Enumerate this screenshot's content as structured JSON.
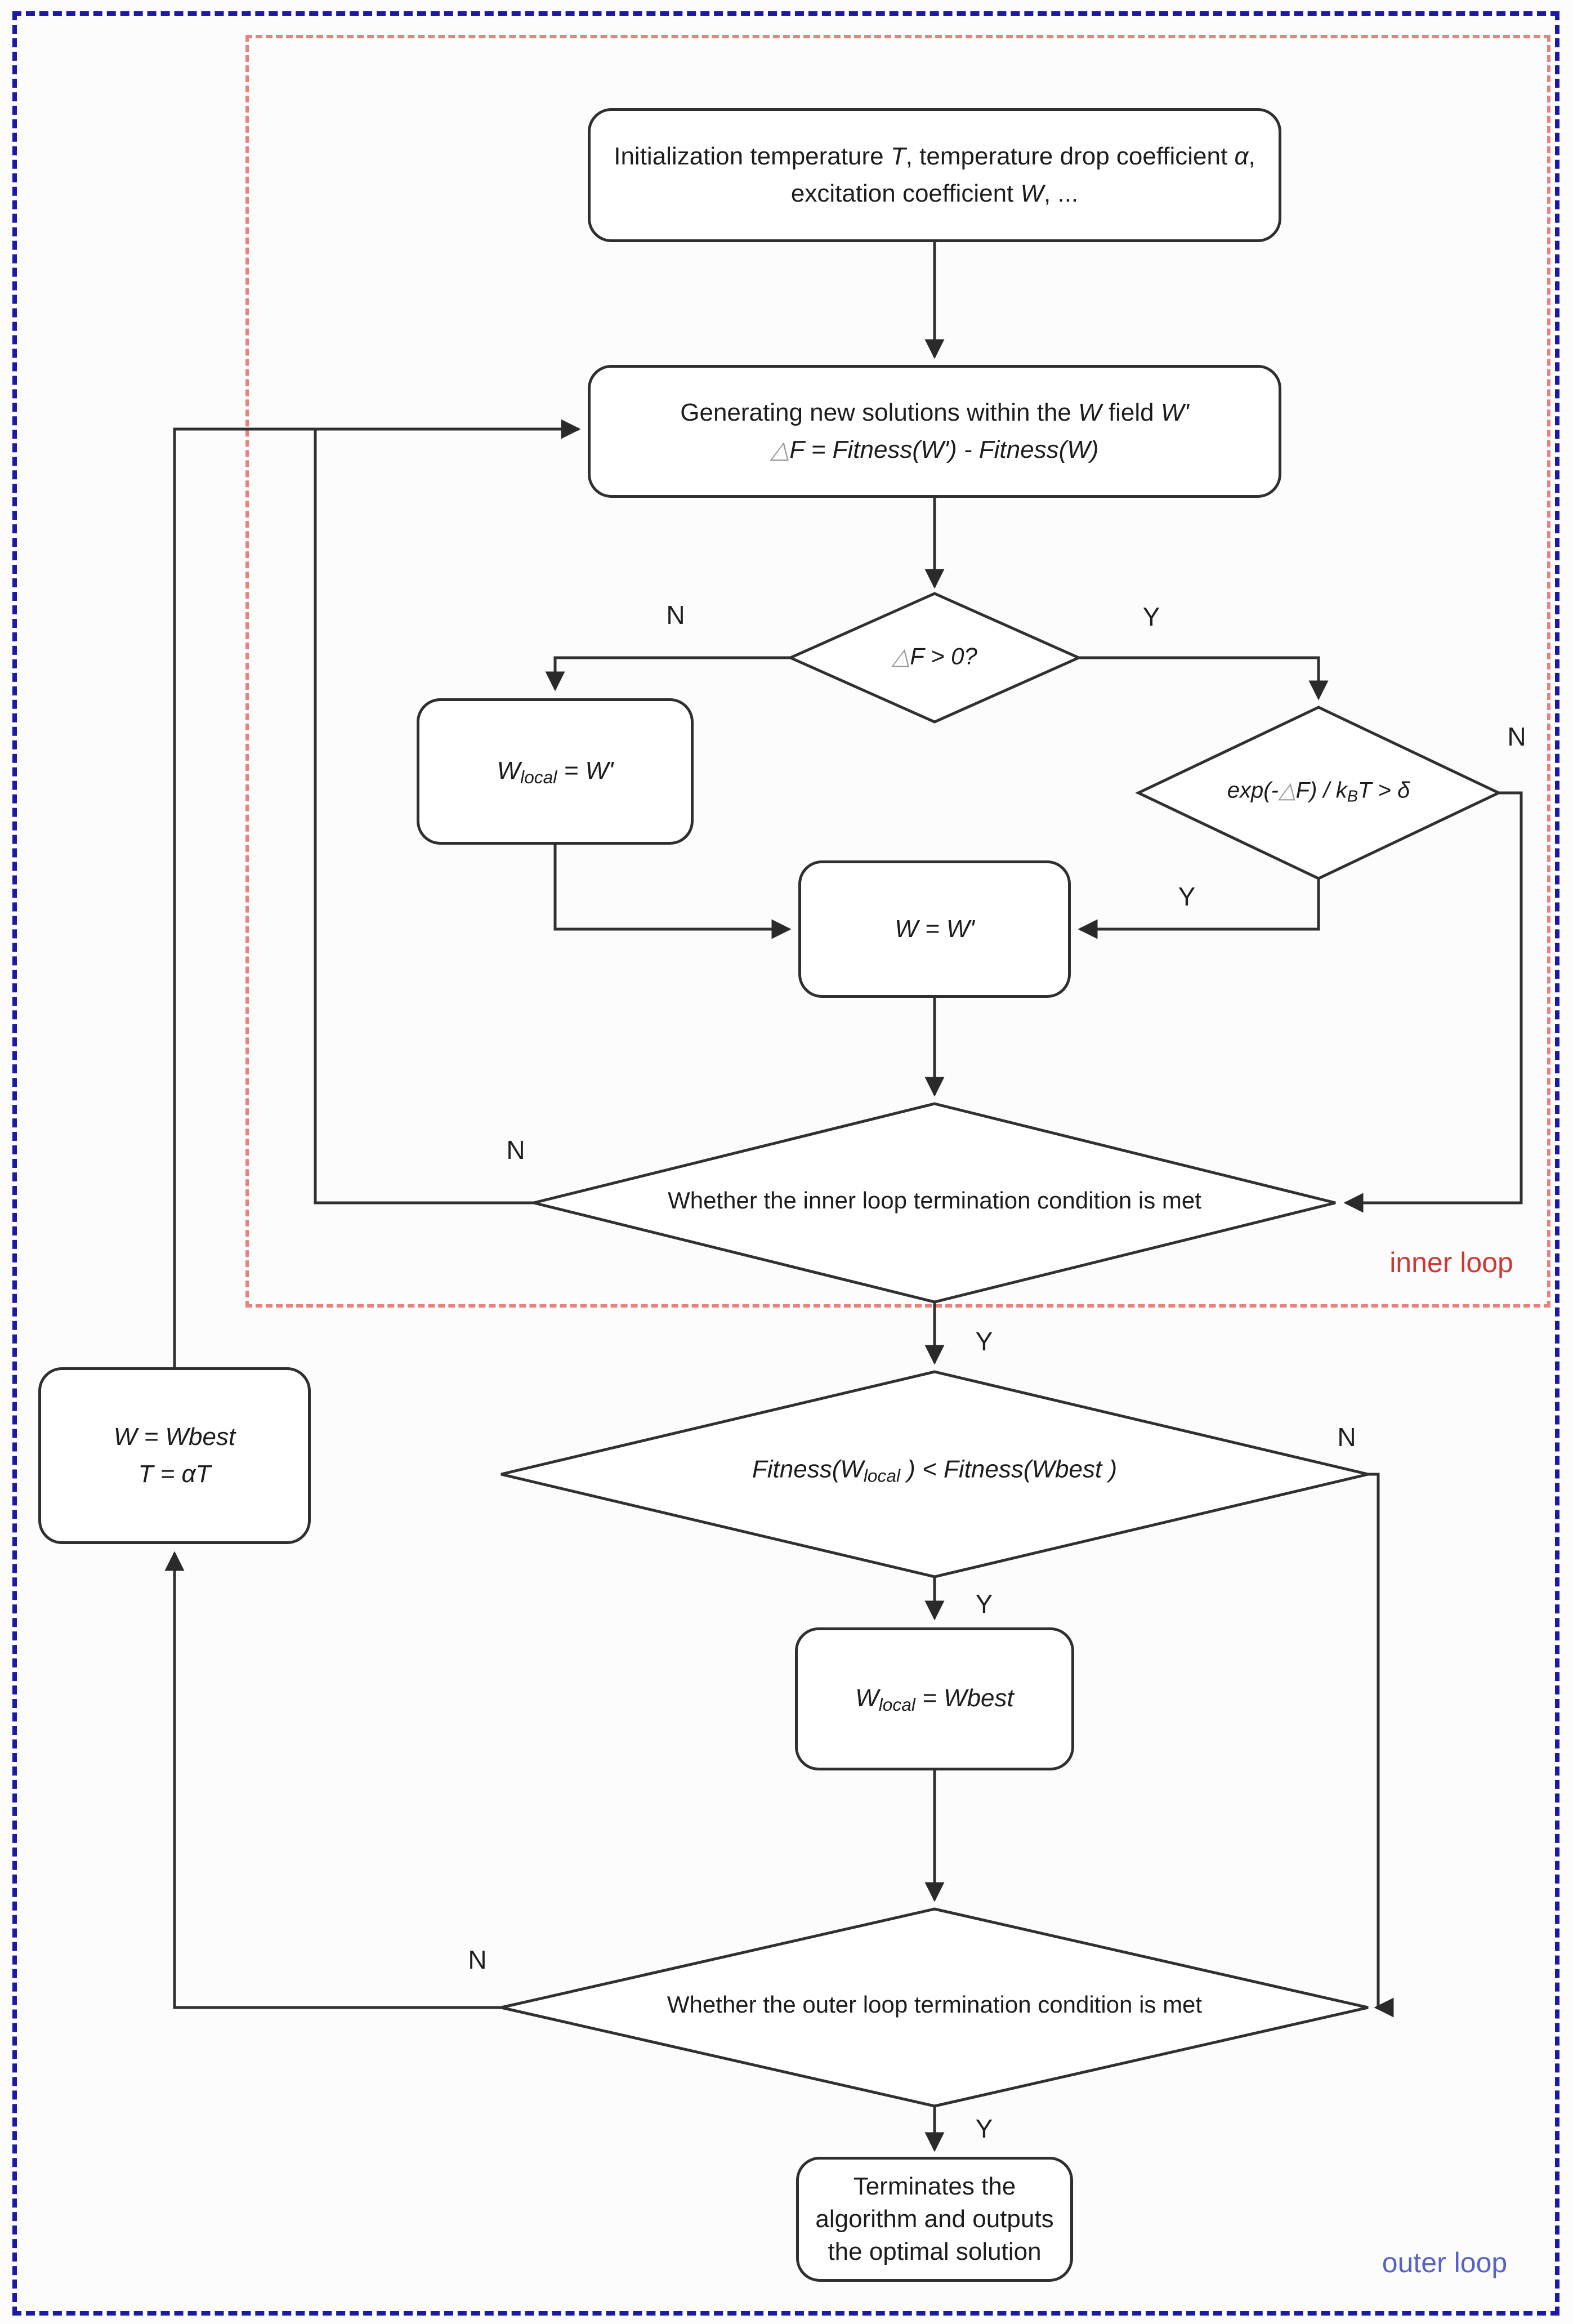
{
  "page": {
    "bg": "#fcfcfc"
  },
  "regions": {
    "inner_loop_label": "inner loop",
    "outer_loop_label": "outer loop",
    "inner_border_color": "#e8827e",
    "outer_border_color": "#1c18a8",
    "inner_label_color": "#cf3732",
    "outer_label_color": "#5661c9"
  },
  "branch_labels": {
    "d_delta_no": "N",
    "d_delta_yes": "Y",
    "d_exp_no": "N",
    "d_exp_yes": "Y",
    "d_inner_no": "N",
    "d_inner_yes": "Y",
    "d_fitness_no": "N",
    "d_fitness_yes": "Y",
    "d_outer_no": "N",
    "d_outer_yes": "Y"
  },
  "nodes": {
    "init": {
      "runs": [
        {
          "t": "Initialization temperature "
        },
        {
          "t": "T",
          "i": 1
        },
        {
          "t": ", temperature drop coefficient "
        },
        {
          "t": "α",
          "i": 1
        },
        {
          "t": ", excitation coefficient "
        },
        {
          "t": "W",
          "i": 1
        },
        {
          "t": ", ..."
        }
      ]
    },
    "generate": {
      "line1": [
        {
          "t": "Generating new solutions within the "
        },
        {
          "t": "W",
          "i": 1
        },
        {
          "t": " field "
        },
        {
          "t": "W'",
          "i": 1
        }
      ],
      "line2": [
        {
          "t": "△",
          "i": 1,
          "c": "dim"
        },
        {
          "t": "F = Fitness(W') - Fitness(W)",
          "i": 1
        }
      ]
    },
    "d_delta": {
      "runs": [
        {
          "t": "△",
          "i": 1,
          "c": "dim"
        },
        {
          "t": "F > 0?",
          "i": 1
        }
      ]
    },
    "wlocal_assign": {
      "runs": [
        {
          "t": "W",
          "i": 1
        },
        {
          "t": "local",
          "i": 1,
          "s": 1
        },
        {
          "t": " = W'",
          "i": 1
        }
      ]
    },
    "d_exp": {
      "runs": [
        {
          "t": "exp(-",
          "i": 1
        },
        {
          "t": "△",
          "i": 1,
          "c": "dim"
        },
        {
          "t": "F) / k",
          "i": 1
        },
        {
          "t": "B",
          "i": 1,
          "s": 1
        },
        {
          "t": "T > δ",
          "i": 1
        }
      ]
    },
    "w_assign": {
      "runs": [
        {
          "t": "W = W'",
          "i": 1
        }
      ]
    },
    "d_inner": {
      "text": "Whether the inner loop termination condition is met"
    },
    "d_fitness": {
      "runs": [
        {
          "t": "Fitness(W",
          "i": 1
        },
        {
          "t": "local",
          "i": 1,
          "s": 1
        },
        {
          "t": " ) < Fitness(Wbest )",
          "i": 1
        }
      ]
    },
    "wbest_assign": {
      "line1": [
        {
          "t": "W = Wbest",
          "i": 1
        }
      ],
      "line2": [
        {
          "t": "T = αT",
          "i": 1
        }
      ]
    },
    "wlocal_best": {
      "runs": [
        {
          "t": "W",
          "i": 1
        },
        {
          "t": "local",
          "i": 1,
          "s": 1
        },
        {
          "t": " = Wbest",
          "i": 1
        }
      ]
    },
    "d_outer": {
      "text": "Whether the outer loop termination condition is met"
    },
    "terminate": {
      "text": "Terminates the algorithm and outputs the optimal solution"
    }
  }
}
